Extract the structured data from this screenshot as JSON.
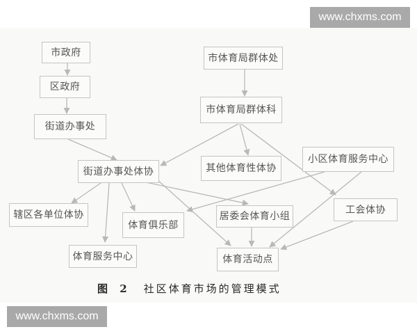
{
  "watermarks": {
    "top_right": "www.chxms.com",
    "bottom_left": "www.chxms.com"
  },
  "caption": {
    "figure_number": "图 2",
    "title": "社区体育市场的管理模式"
  },
  "nodes": {
    "city_government": "市政府",
    "district_government": "区政府",
    "street_office": "街道办事处",
    "street_office_sports_assoc": "街道办事处体协",
    "district_units_sports_assoc": "辖区各单位体协",
    "sports_service_center": "体育服务中心",
    "sports_club": "体育俱乐部",
    "city_sports_bureau_mass_dept": "市体育局群体处",
    "city_sports_bureau_mass_section": "市体育局群体科",
    "other_sports_assoc": "其他体育性体协",
    "community_sports_service_center": "小区体育服务中心",
    "neighborhood_committee_sports_group": "居委会体育小组",
    "trade_union_sports_assoc": "工会体协",
    "sports_activity_point": "体育活动点"
  },
  "edges": [
    {
      "from": "市政府",
      "to": "区政府"
    },
    {
      "from": "区政府",
      "to": "街道办事处"
    },
    {
      "from": "街道办事处",
      "to": "街道办事处体协"
    },
    {
      "from": "市体育局群体处",
      "to": "市体育局群体科"
    },
    {
      "from": "市体育局群体科",
      "to": "街道办事处体协"
    },
    {
      "from": "市体育局群体科",
      "to": "其他体育性体协"
    },
    {
      "from": "市体育局群体科",
      "to": "工会体协"
    },
    {
      "from": "街道办事处体协",
      "to": "辖区各单位体协"
    },
    {
      "from": "街道办事处体协",
      "to": "体育服务中心"
    },
    {
      "from": "街道办事处体协",
      "to": "体育俱乐部"
    },
    {
      "from": "街道办事处体协",
      "to": "居委会体育小组"
    },
    {
      "from": "街道办事处体协",
      "to": "体育活动点"
    },
    {
      "from": "小区体育服务中心",
      "to": "体育俱乐部"
    },
    {
      "from": "小区体育服务中心",
      "to": "体育活动点"
    },
    {
      "from": "居委会体育小组",
      "to": "体育活动点"
    },
    {
      "from": "工会体协",
      "to": "体育活动点"
    }
  ],
  "colors": {
    "background": "#ffffff",
    "diagram_background": "#f9f9f8",
    "node_border": "#c4c4c2",
    "node_text": "#555555",
    "edge": "#b8b8b6",
    "caption_text": "#2a2a2a",
    "watermark_bg": "#a9a9a9",
    "watermark_text": "#ffffff"
  }
}
